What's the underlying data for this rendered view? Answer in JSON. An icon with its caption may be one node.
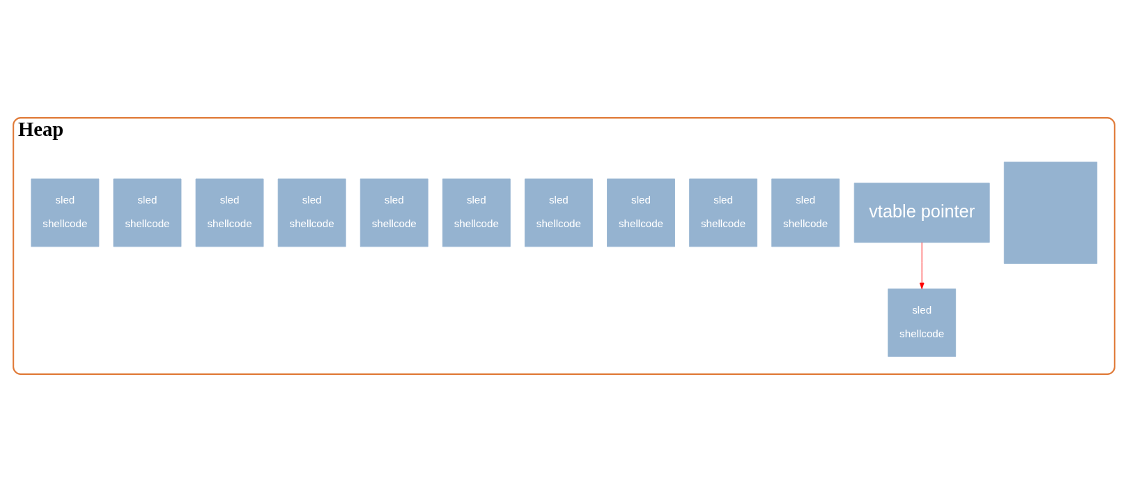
{
  "diagram": {
    "nodes": [
      {
        "text": [
          "Heap"
        ]
      },
      {
        "text": [],
        "shape": "box",
        "in": 0
      },
      {
        "text": [
          "vtable pointer"
        ],
        "in": 0
      },
      {
        "text": [
          "sled",
          "shellcode"
        ],
        "in": 0
      },
      {
        "text": [
          "sled",
          "shellcode"
        ],
        "in": 0
      },
      {
        "text": [
          "sled",
          "shellcode"
        ],
        "in": 0
      },
      {
        "text": [
          "sled",
          "shellcode"
        ],
        "in": 0
      },
      {
        "text": [
          "sled",
          "shellcode"
        ],
        "in": 0
      },
      {
        "text": [
          "sled",
          "shellcode"
        ],
        "in": 0
      },
      {
        "text": [
          "sled",
          "shellcode"
        ],
        "in": 0
      },
      {
        "text": [
          "sled",
          "shellcode"
        ],
        "in": 0
      },
      {
        "text": [
          "sled",
          "shellcode"
        ],
        "in": 0
      },
      {
        "text": [
          "sled",
          "shellcode"
        ],
        "in": 0
      },
      {
        "text": [
          "sled",
          "shellcode"
        ],
        "in": 0
      }
    ],
    "edges": [
      {
        "from": 2,
        "to": 9,
        "arrow": "to",
        "color": "#ff0000"
      }
    ]
  }
}
